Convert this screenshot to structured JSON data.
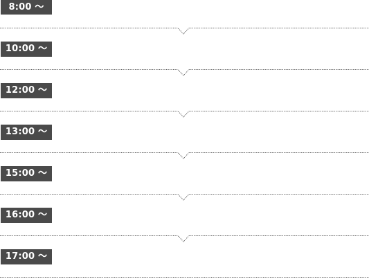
{
  "schedule": {
    "slots": [
      {
        "time": "8:00 〜"
      },
      {
        "time": "10:00 〜"
      },
      {
        "time": "12:00 〜"
      },
      {
        "time": "13:00 〜"
      },
      {
        "time": "15:00 〜"
      },
      {
        "time": "16:00 〜"
      },
      {
        "time": "17:00 〜"
      }
    ]
  },
  "colors": {
    "badge_background": "#4a4a4a",
    "badge_text": "#ffffff",
    "divider": "#555555"
  }
}
